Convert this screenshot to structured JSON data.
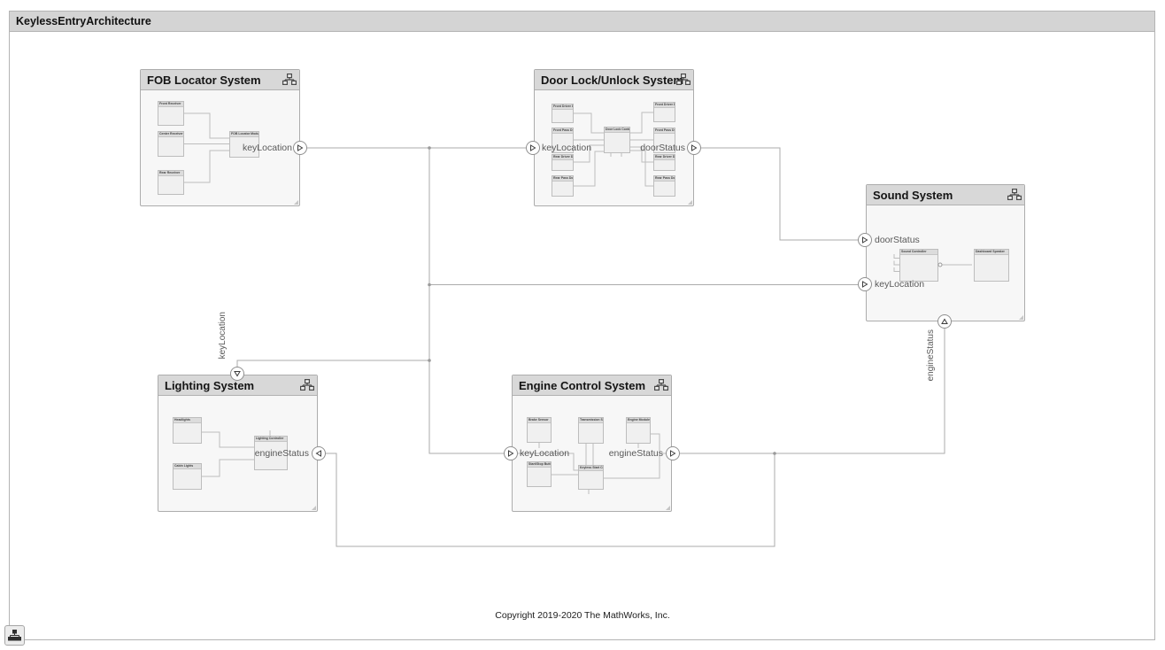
{
  "window": {
    "title": "KeylessEntryArchitecture"
  },
  "footer": {
    "copyright": "Copyright 2019-2020 The MathWorks, Inc."
  },
  "colors": {
    "titlebar_bg": "#d4d4d4",
    "block_header_bg": "#d8d8d8",
    "block_body_bg": "#f7f7f7",
    "block_border": "#acacac",
    "wire": "#ababab",
    "port_label": "#5a5a5a"
  },
  "components": {
    "fob_locator": {
      "title": "FOB Locator System",
      "ports": {
        "keyLocation_out": "keyLocation"
      },
      "children": [
        "Front Receiver",
        "Center Receiver",
        "Rear Receiver",
        "FOB Locator Module"
      ]
    },
    "door_lock": {
      "title": "Door Lock/Unlock System",
      "ports": {
        "keyLocation_in": "keyLocation",
        "doorStatus_out": "doorStatus"
      },
      "children": [
        "Front Driver Door Lock Sensor",
        "Front Pass Door Lock Sensor",
        "Rear Driver Door Lock Sensor",
        "Rear Pass Door Lock Sensor",
        "Door Lock Controller",
        "Front Driver Door Lock Actuator",
        "Front Pass Door Lock Actuator",
        "Rear Driver Door Lock Actuator",
        "Rear Pass Door Lock Actuator"
      ]
    },
    "sound": {
      "title": "Sound System",
      "ports": {
        "doorStatus_in": "doorStatus",
        "keyLocation_in": "keyLocation",
        "engineStatus_in": "engineStatus"
      },
      "children": [
        "Sound Controller",
        "Dashboard Speaker"
      ]
    },
    "lighting": {
      "title": "Lighting System",
      "ports": {
        "keyLocation_in": "keyLocation",
        "engineStatus_in": "engineStatus"
      },
      "children": [
        "Headlights",
        "Cabin Lights",
        "Lighting Controller"
      ]
    },
    "engine": {
      "title": "Engine Control System",
      "ports": {
        "keyLocation_in": "keyLocation",
        "engineStatus_out": "engineStatus"
      },
      "children": [
        "Brake Sensor",
        "Transmission Sensor",
        "Engine Module",
        "Start/Stop Button",
        "Keyless Start Controller"
      ]
    }
  }
}
